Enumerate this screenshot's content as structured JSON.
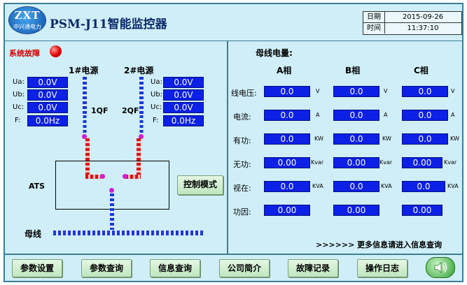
{
  "header": {
    "logo_top": "ZXT",
    "logo_bottom": "中兴通电力",
    "title": "PSM-J11智能监控器"
  },
  "datetime": {
    "date_label": "日期",
    "date": "2015-09-26",
    "time_label": "时间",
    "time": "11:37:10"
  },
  "status": {
    "fault_label": "系统故障",
    "led_color": "#e00000"
  },
  "diagram": {
    "source1": "1#电源",
    "source2": "2#电源",
    "switch1": "1QF",
    "switch2": "2QF",
    "ats": "ATS",
    "bus": "母线",
    "control_mode": "控制模式",
    "src1_rows": [
      {
        "label": "Ua:",
        "value": "0.0V"
      },
      {
        "label": "Ub:",
        "value": "0.0V"
      },
      {
        "label": "Uc:",
        "value": "0.0V"
      },
      {
        "label": "F:",
        "value": "0.0Hz"
      }
    ],
    "src2_rows": [
      {
        "label": "Ua:",
        "value": "0.0V"
      },
      {
        "label": "Ub:",
        "value": "0.0V"
      },
      {
        "label": "Uc:",
        "value": "0.0V"
      },
      {
        "label": "F:",
        "value": "0.0Hz"
      }
    ]
  },
  "bus_power": {
    "title": "母线电量:",
    "phases": [
      "A相",
      "B相",
      "C相"
    ],
    "rows": [
      {
        "label": "线电压:",
        "values": [
          "0.0",
          "0.0",
          "0.0"
        ],
        "unit": "V"
      },
      {
        "label": "电流:",
        "values": [
          "0.0",
          "0.0",
          "0.0"
        ],
        "unit": "A"
      },
      {
        "label": "有功:",
        "values": [
          "0.0",
          "0.0",
          "0.0"
        ],
        "unit": "KW"
      },
      {
        "label": "无功:",
        "values": [
          "0.00",
          "0.00",
          "0.00"
        ],
        "unit": "Kvar"
      },
      {
        "label": "视在:",
        "values": [
          "0.0",
          "0.0",
          "0.0"
        ],
        "unit": "KVA"
      },
      {
        "label": "功因:",
        "values": [
          "0.00",
          "0.00",
          "0.00"
        ],
        "unit": ""
      }
    ],
    "more_info": ">>>>>> 更多信息请进入信息查询"
  },
  "footer": {
    "buttons": [
      "参数设置",
      "参数查询",
      "信息查询",
      "公司简介",
      "故障记录",
      "操作日志"
    ],
    "speaker_icon": "speaker-icon"
  }
}
